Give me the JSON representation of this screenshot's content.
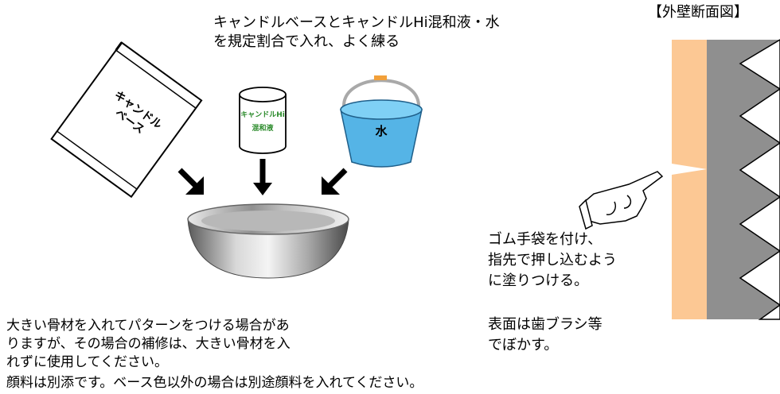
{
  "instruction": {
    "line1": "キャンドルベースとキャンドルHi混和液・水",
    "line2": "を規定割合で入れ、よく練る"
  },
  "section_title": "【外壁断面図】",
  "items": {
    "bag_label_1": "キャンドル",
    "bag_label_2": "ベース",
    "can_label_1": "キャンドルHi",
    "can_label_2": "混和液",
    "bucket_label": "水"
  },
  "glove_note": {
    "line1": "ゴム手袋を付け、",
    "line2": "指先で押し込むよう",
    "line3": "に塗りつける。"
  },
  "brush_note": {
    "line1": "表面は歯ブラシ等",
    "line2": "でぼかす。"
  },
  "aggregate_note": {
    "line1": "大きい骨材を入れてパターンをつける場合があ",
    "line2": "りますが、その場合の補修は、大きい骨材を入",
    "line3": "れずに使用してください。"
  },
  "pigment_note": "顔料は別添です。ベース色以外の場合は別途顔料を入れてください。",
  "colors": {
    "wall_finish": "#fcc894",
    "wall_body": "#8f8f8f",
    "water": "#55b4e6",
    "can_text": "#2a8a2a",
    "handle_clip": "#f2a03a"
  }
}
